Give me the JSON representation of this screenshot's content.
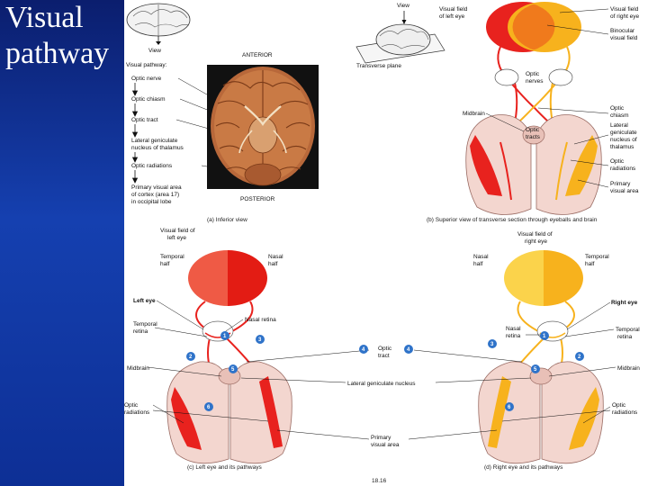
{
  "slide": {
    "title_line1": "Visual",
    "title_line2": "pathway"
  },
  "panel_a": {
    "view": "View",
    "flow": [
      "Visual pathway:",
      "Optic nerve",
      "Optic chiasm",
      "Optic tract",
      "Lateral geniculate",
      "nucleus of thalamus",
      "Optic radiations",
      "Primary visual area",
      "of cortex (area 17)",
      "in occipital lobe"
    ],
    "anterior": "ANTERIOR",
    "posterior": "POSTERIOR",
    "caption": "(a) Inferior view"
  },
  "panel_b": {
    "view": "View",
    "transverse": "Transverse plane",
    "vf_left": [
      "Visual field",
      "of left eye"
    ],
    "vf_right": [
      "Visual field",
      "of right eye"
    ],
    "binocular": [
      "Binocular",
      "visual field"
    ],
    "optic_nerves": [
      "Optic",
      "nerves"
    ],
    "midbrain": "Midbrain",
    "optic_chiasm": [
      "Optic",
      "chiasm"
    ],
    "optic_tracts": [
      "Optic",
      "tracts"
    ],
    "lgn": [
      "Lateral",
      "geniculate",
      "nucleus of",
      "thalamus"
    ],
    "optic_radiations": [
      "Optic",
      "radiations"
    ],
    "primary_visual": [
      "Primary",
      "visual area"
    ],
    "caption": "(b) Superior view of transverse section through eyeballs and brain"
  },
  "panel_c": {
    "vf": [
      "Visual field of",
      "left eye"
    ],
    "temporal_half": [
      "Temporal",
      "half"
    ],
    "nasal_half": [
      "Nasal",
      "half"
    ],
    "left_eye": "Left eye",
    "nasal_retina": "Nasal retina",
    "temporal_retina": [
      "Temporal",
      "retina"
    ],
    "midbrain": "Midbrain",
    "optic_radiations": [
      "Optic",
      "radiations"
    ],
    "caption": "(c) Left eye and its pathways"
  },
  "panel_d": {
    "vf": [
      "Visual field of",
      "right eye"
    ],
    "nasal_half": [
      "Nasal",
      "half"
    ],
    "temporal_half": [
      "Temporal",
      "half"
    ],
    "right_eye": "Right eye",
    "nasal_retina": [
      "Nasal",
      "retina"
    ],
    "temporal_retina": [
      "Temporal",
      "retina"
    ],
    "midbrain": "Midbrain",
    "optic_radiations": [
      "Optic",
      "radiations"
    ],
    "caption": "(d) Right eye and its pathways"
  },
  "center": {
    "optic_tract": [
      "Optic",
      "tract"
    ],
    "lgn": "Lateral geniculate nucleus",
    "primary_visual": [
      "Primary",
      "visual area"
    ],
    "page": "18.16"
  },
  "markers": {
    "n1": "1",
    "n2": "2",
    "n3": "3",
    "n4": "4",
    "n5": "5",
    "n6": "6"
  },
  "colors": {
    "left_field": "#e8221e",
    "left_field_light": "#ef5a45",
    "right_field": "#f7b21d",
    "right_field_light": "#fbd34b",
    "overlap": "#f07a1c",
    "marker": "#2f73c9",
    "slide_bg": "#0d2b8c"
  }
}
